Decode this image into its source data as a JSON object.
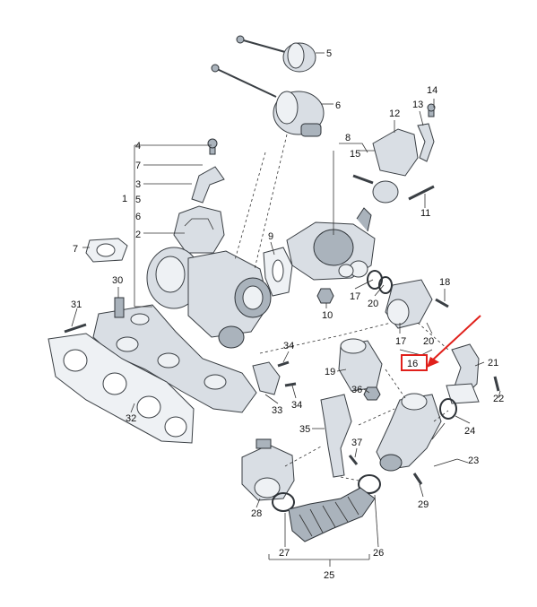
{
  "callouts": [
    "1",
    "2",
    "3",
    "4",
    "5",
    "6",
    "7",
    "8",
    "9",
    "10",
    "11",
    "12",
    "13",
    "14",
    "15",
    "16",
    "17",
    "18",
    "19",
    "20",
    "21",
    "22",
    "23",
    "24",
    "25",
    "26",
    "27",
    "28",
    "29",
    "30",
    "31",
    "32",
    "33",
    "34",
    "35",
    "36",
    "37"
  ],
  "highlight": {
    "label": "16",
    "color": "#e0201b"
  },
  "arrow_color": "#e0201b"
}
